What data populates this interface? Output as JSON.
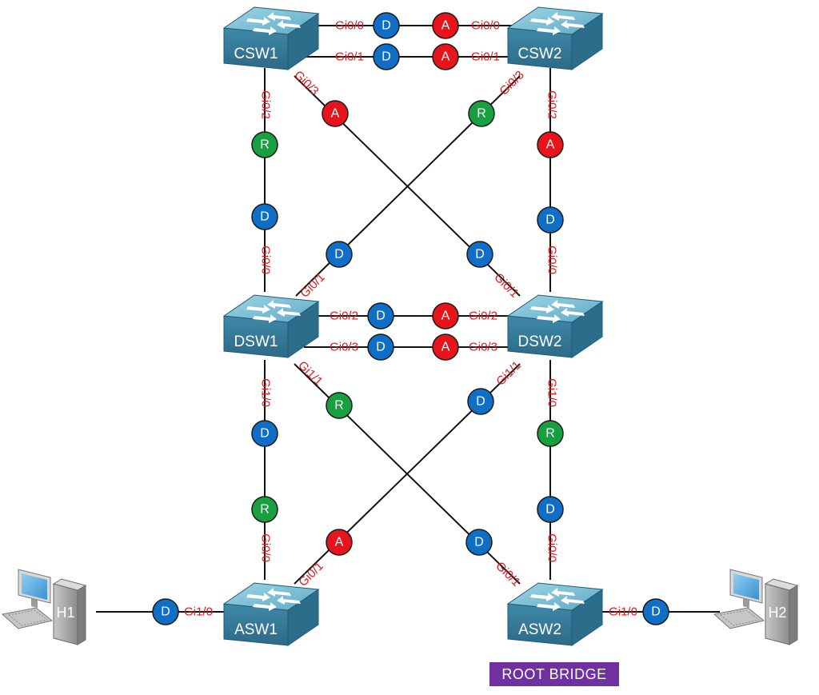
{
  "colors": {
    "designated": "#0f6fc6",
    "alternate": "#e8141b",
    "root": "#18a040",
    "port_label": "#e8141b",
    "root_bridge_bg": "#7030a0",
    "switch_top": "#7cc4d8",
    "switch_side": "#3a7fa0"
  },
  "role_letters": {
    "designated": "D",
    "alternate": "A",
    "root": "R"
  },
  "switches": [
    {
      "id": "csw1",
      "name": "CSW1"
    },
    {
      "id": "csw2",
      "name": "CSW2"
    },
    {
      "id": "dsw1",
      "name": "DSW1"
    },
    {
      "id": "dsw2",
      "name": "DSW2"
    },
    {
      "id": "asw1",
      "name": "ASW1"
    },
    {
      "id": "asw2",
      "name": "ASW2"
    }
  ],
  "hosts": [
    {
      "id": "h1",
      "name": "H1",
      "icon": "desktop-computer-icon"
    },
    {
      "id": "h2",
      "name": "H2",
      "icon": "desktop-computer-icon"
    }
  ],
  "root_bridge_label": "ROOT BRIDGE",
  "ports": [
    {
      "id": "csw1-gi00",
      "label": "Gi0/0",
      "role": "designated"
    },
    {
      "id": "csw1-gi01",
      "label": "Gi0/1",
      "role": "designated"
    },
    {
      "id": "csw1-gi02",
      "label": "Gi0/2",
      "role": "root"
    },
    {
      "id": "csw1-gi03",
      "label": "Gi0/3",
      "role": "alternate"
    },
    {
      "id": "csw2-gi00",
      "label": "Gi0/0",
      "role": "alternate"
    },
    {
      "id": "csw2-gi01",
      "label": "Gi0/1",
      "role": "alternate"
    },
    {
      "id": "csw2-gi02",
      "label": "Gi0/2",
      "role": "alternate"
    },
    {
      "id": "csw2-gi03",
      "label": "Gi0/3",
      "role": "root"
    },
    {
      "id": "dsw1-gi00",
      "label": "Gi0/0",
      "role": "designated"
    },
    {
      "id": "dsw1-gi01",
      "label": "Gi0/1",
      "role": "designated"
    },
    {
      "id": "dsw1-gi02",
      "label": "Gi0/2",
      "role": "designated"
    },
    {
      "id": "dsw1-gi03",
      "label": "Gi0/3",
      "role": "designated"
    },
    {
      "id": "dsw1-gi10",
      "label": "Gi1/0",
      "role": "designated"
    },
    {
      "id": "dsw1-gi11",
      "label": "Gi1/1",
      "role": "root"
    },
    {
      "id": "dsw2-gi00",
      "label": "Gi0/0",
      "role": "designated"
    },
    {
      "id": "dsw2-gi01",
      "label": "Gi0/1",
      "role": "designated"
    },
    {
      "id": "dsw2-gi02",
      "label": "Gi0/2",
      "role": "alternate"
    },
    {
      "id": "dsw2-gi03",
      "label": "Gi0/3",
      "role": "alternate"
    },
    {
      "id": "dsw2-gi10",
      "label": "Gi1/0",
      "role": "root"
    },
    {
      "id": "dsw2-gi11",
      "label": "Gi1/1",
      "role": "designated"
    },
    {
      "id": "asw1-gi00",
      "label": "Gi0/0",
      "role": "root"
    },
    {
      "id": "asw1-gi01",
      "label": "Gi0/1",
      "role": "alternate"
    },
    {
      "id": "asw1-gi10",
      "label": "Gi1/0",
      "role": "designated"
    },
    {
      "id": "asw2-gi00",
      "label": "Gi0/0",
      "role": "designated"
    },
    {
      "id": "asw2-gi01",
      "label": "Gi0/1",
      "role": "designated"
    },
    {
      "id": "asw2-gi10",
      "label": "Gi1/0",
      "role": "designated"
    }
  ],
  "links": [
    {
      "from": "csw1-gi00",
      "to": "csw2-gi00"
    },
    {
      "from": "csw1-gi01",
      "to": "csw2-gi01"
    },
    {
      "from": "csw1-gi02",
      "to": "dsw1-gi00"
    },
    {
      "from": "csw1-gi03",
      "to": "dsw2-gi01"
    },
    {
      "from": "csw2-gi02",
      "to": "dsw2-gi00"
    },
    {
      "from": "csw2-gi03",
      "to": "dsw1-gi01"
    },
    {
      "from": "dsw1-gi02",
      "to": "dsw2-gi02"
    },
    {
      "from": "dsw1-gi03",
      "to": "dsw2-gi03"
    },
    {
      "from": "dsw1-gi10",
      "to": "asw1-gi00"
    },
    {
      "from": "dsw1-gi11",
      "to": "asw2-gi01"
    },
    {
      "from": "dsw2-gi10",
      "to": "asw2-gi00"
    },
    {
      "from": "dsw2-gi11",
      "to": "asw1-gi01"
    },
    {
      "from": "asw1-gi10",
      "to": "h1"
    },
    {
      "from": "asw2-gi10",
      "to": "h2"
    }
  ]
}
